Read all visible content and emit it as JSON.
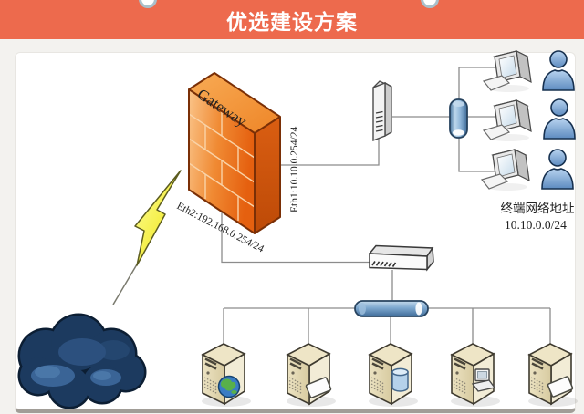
{
  "header": {
    "title": "优选建设方案"
  },
  "diagram": {
    "firewall": {
      "name": "Gateway",
      "eth1_label": "Eth1:10.10.0.254/24",
      "eth2_label": "Eth2:192.168.0.254/24"
    },
    "terminal_network": {
      "line1": "终端网络地址",
      "line2": "10.10.0.0/24"
    },
    "icons": {
      "cloud": "internet-cloud",
      "lightning": "wan-lightning-link",
      "firewall": "brick-wall-gateway",
      "vertical_switch": "core-switch",
      "small_hub": "hub-cylinder",
      "horizontal_switch": "access-switch",
      "backbone": "backbone-bus-cylinder",
      "workstations": [
        "desktop-computer",
        "desktop-computer",
        "desktop-computer"
      ],
      "users": [
        "person",
        "person",
        "person"
      ],
      "servers": [
        "tower-server-globe",
        "tower-server-card",
        "tower-server-database",
        "tower-server-mini-computer",
        "tower-server-card"
      ]
    },
    "colors": {
      "header_bg": "#ed6a4d",
      "firewall_orange": "#ee7420",
      "cylinder_blue": "#7ba7cf",
      "cloud_navy": "#1c3a5f",
      "lightning_yellow": "#f6f23c",
      "server_beige": "#e5dcb8",
      "line_gray": "#8c8c8c"
    }
  }
}
